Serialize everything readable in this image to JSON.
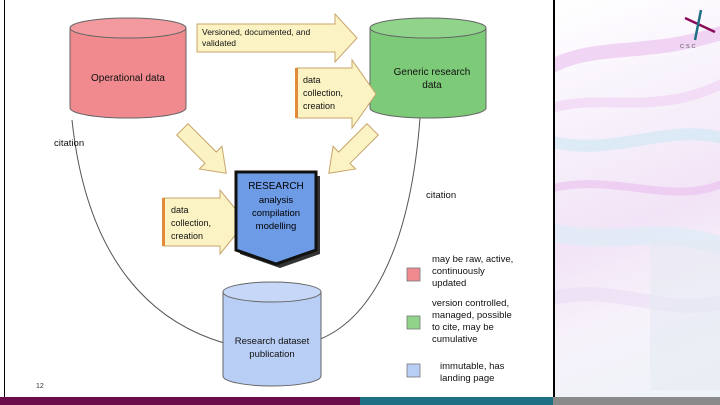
{
  "slide": {
    "page_number": "12",
    "logo_text": "CSC"
  },
  "diagram": {
    "nodes": {
      "operational": "Operational data",
      "generic": [
        "Generic research",
        "data"
      ],
      "research": [
        "RESEARCH",
        "analysis",
        "compilation",
        "modelling"
      ],
      "publication": [
        "Research dataset",
        "publication"
      ]
    },
    "arrows": {
      "top": [
        "Versioned, documented, and",
        "validated"
      ],
      "collection_right": [
        "data",
        "collection,",
        "creation"
      ],
      "collection_left": [
        "data",
        "collection,",
        "creation"
      ]
    },
    "labels": {
      "citation_left": "citation",
      "citation_right": "citation"
    }
  },
  "legend": [
    {
      "color": "#f08a8e",
      "lines": [
        "may be raw, active,",
        "continuously",
        "updated"
      ]
    },
    {
      "color": "#90d48a",
      "lines": [
        "version controlled,",
        "managed, possible",
        "to cite, may be",
        "cumulative"
      ]
    },
    {
      "color": "#b9cef5",
      "lines": [
        "immutable, has",
        "landing page"
      ]
    }
  ],
  "colors": {
    "operational": "#f08a8e",
    "generic": "#7dca78",
    "research": "#6e9be6",
    "publication": "#b9cef5",
    "arrow_fill": "#fbf3c4",
    "arrow_stroke": "#c9a46a",
    "bar": [
      "#6a0d4a",
      "#6a0d4a",
      "#1e6f84",
      "#1e6f84",
      "#8a8a8a"
    ]
  }
}
